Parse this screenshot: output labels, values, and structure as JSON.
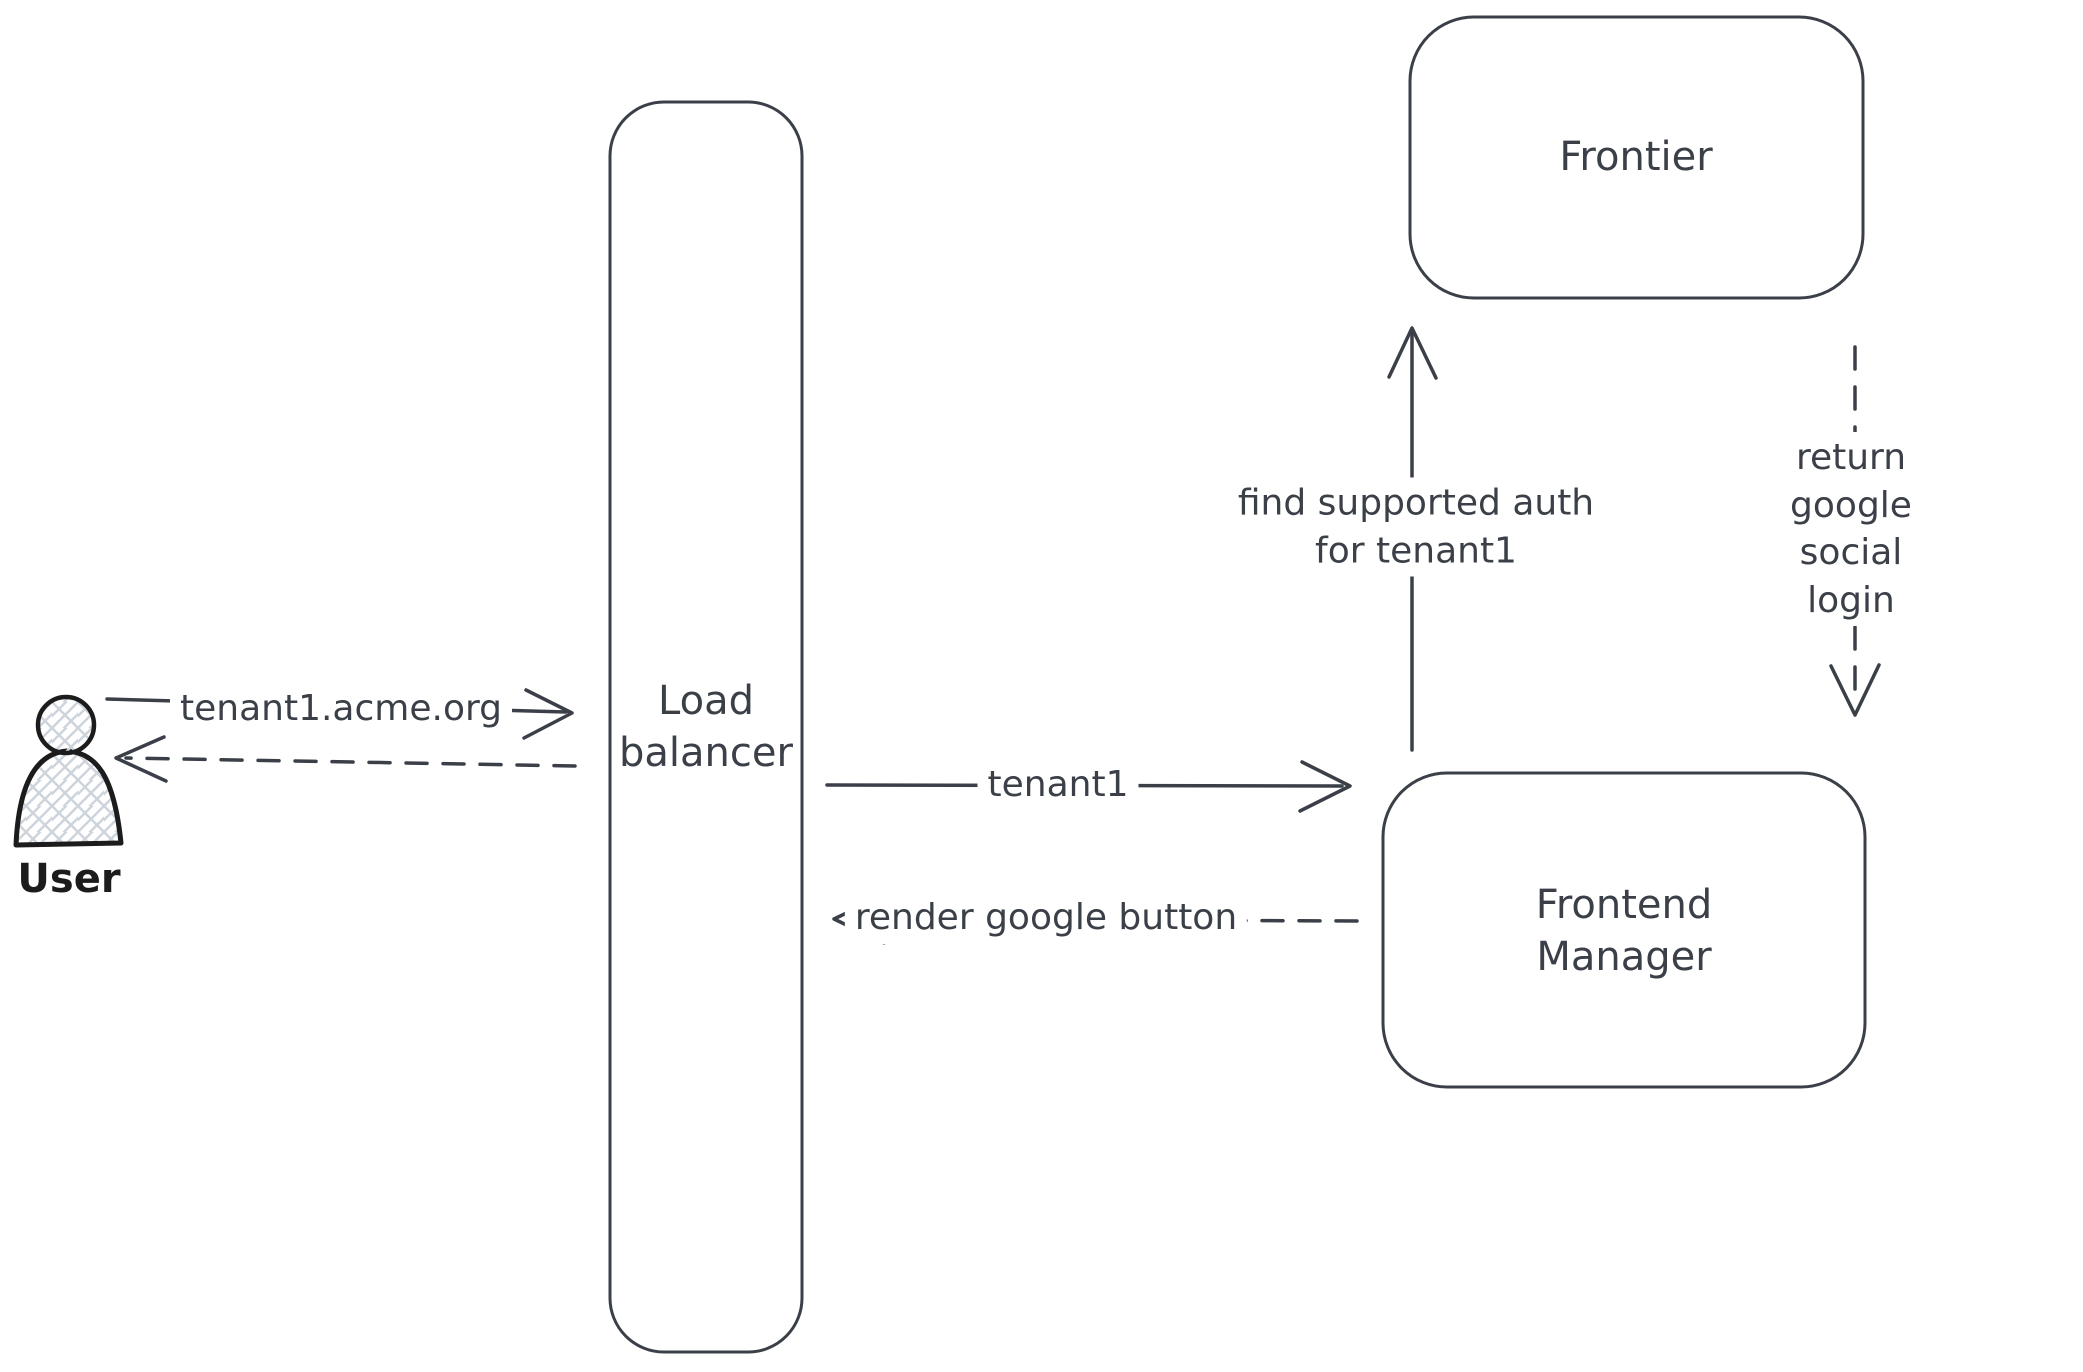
{
  "diagram": {
    "type": "architecture-flow-diagram",
    "style": "hand-drawn-sketch",
    "colors": {
      "background": "#ffffff",
      "stroke": "#3b4048",
      "user_stroke": "#1c1c1c",
      "hatch_fill": "#cdd4dc"
    },
    "nodes": {
      "user": {
        "label": "User",
        "shape": "person-figure"
      },
      "load_balancer": {
        "label": "Load\nbalancer",
        "shape": "tall-rounded-rectangle"
      },
      "frontier": {
        "label": "Frontier",
        "shape": "rounded-rectangle"
      },
      "frontend_manager": {
        "label": "Frontend\nManager",
        "shape": "rounded-rectangle"
      }
    },
    "edges": {
      "user_to_lb": {
        "from": "user",
        "to": "load_balancer",
        "style": "solid",
        "label": "tenant1.acme.org"
      },
      "lb_to_user": {
        "from": "load_balancer",
        "to": "user",
        "style": "dashed",
        "label": ""
      },
      "lb_to_fem": {
        "from": "load_balancer",
        "to": "frontend_manager",
        "style": "solid",
        "label": "tenant1"
      },
      "fem_to_lb": {
        "from": "frontend_manager",
        "to": "load_balancer",
        "style": "dashed",
        "label": "render google button"
      },
      "fem_to_frontier": {
        "from": "frontend_manager",
        "to": "frontier",
        "style": "solid",
        "label": "find supported auth\nfor tenant1"
      },
      "frontier_to_fem": {
        "from": "frontier",
        "to": "frontend_manager",
        "style": "dashed",
        "label": "return google social\nlogin"
      }
    }
  }
}
